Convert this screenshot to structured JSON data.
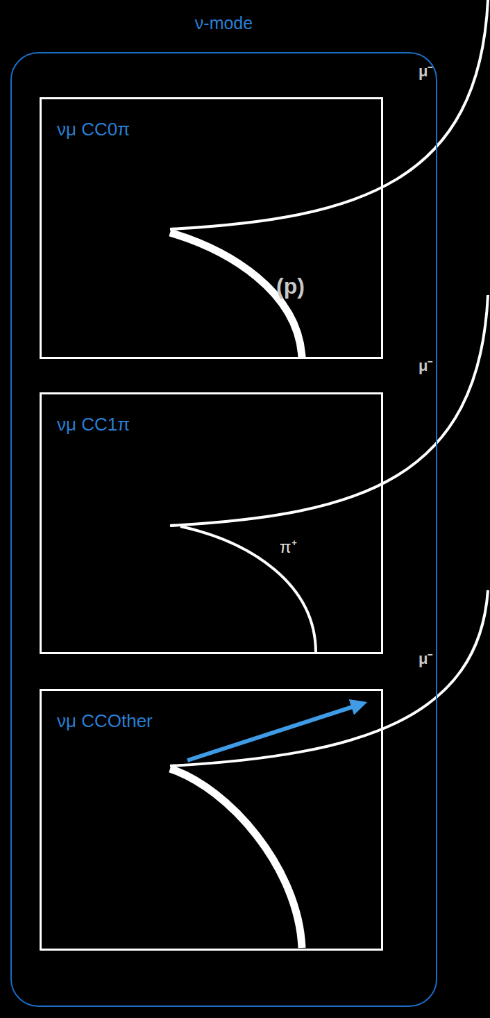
{
  "diagram": {
    "nodes": [
      {
        "text": [
          "ν-mode"
        ]
      },
      {
        "text": [
          "νμ CC0π"
        ],
        "in": 0
      },
      {
        "text": [
          "νμ CC1π"
        ],
        "in": 0
      },
      {
        "text": [
          "νμ CCOther"
        ],
        "in": 0
      }
    ],
    "labels": [
      "μ⁻",
      "(p)",
      "μ⁻",
      "π⁺",
      "μ⁻"
    ]
  }
}
